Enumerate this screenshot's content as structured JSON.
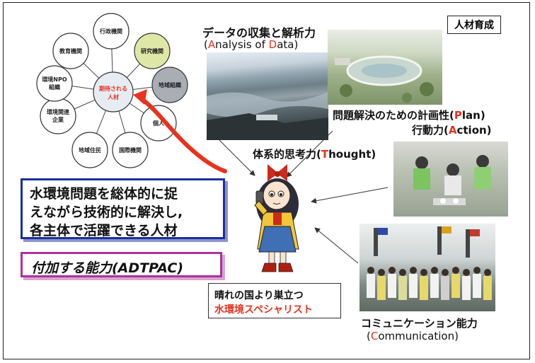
{
  "hrd_label": "人材育成",
  "radial": {
    "center": {
      "line1": "期待される",
      "line2": "人材"
    },
    "nodes": [
      {
        "id": "admin",
        "label": "行政機関",
        "fill": "#ffffff"
      },
      {
        "id": "research",
        "label": "研究機関",
        "fill": "#dfe7a6"
      },
      {
        "id": "local-org",
        "label": "地域組織",
        "fill": "#a9adb4"
      },
      {
        "id": "individual",
        "label": "個人",
        "fill": "#ffffff"
      },
      {
        "id": "intl-org",
        "label": "国際機関",
        "fill": "#ffffff"
      },
      {
        "id": "residents",
        "label": "地域住民",
        "fill": "#ffffff"
      },
      {
        "id": "companies",
        "label": "環境関連企業",
        "line1": "環境関連",
        "line2": "企業",
        "fill": "#ffffff"
      },
      {
        "id": "npo",
        "label": "環境NPO組織",
        "line1": "環境NPO",
        "line2": "組織",
        "fill": "#ffffff"
      },
      {
        "id": "education",
        "label": "教育機関",
        "fill": "#ffffff"
      }
    ]
  },
  "main_box": {
    "line1": "水環境問題を総体的に捉",
    "line2": "えながら技術的に解決し,",
    "line3": "各主体で活躍できる人材"
  },
  "ability_box": {
    "text": "付加する能力(ADTPAC)"
  },
  "abilities": {
    "analysis": {
      "jp": "データの収集と解析力",
      "open": "(",
      "l1": "A",
      "m1": "nalysis of ",
      "l2": "D",
      "m2": "ata",
      "close": ")"
    },
    "plan": {
      "jp": "問題解決のための計画性",
      "open": "(",
      "letter": "P",
      "rest": "lan",
      "close": ")"
    },
    "action": {
      "jp": "行動力",
      "open": "(",
      "letter": "A",
      "rest": "ction",
      "close": ")"
    },
    "thought": {
      "jp": "体系的思考力",
      "open": "(",
      "letter": "T",
      "rest": "hought",
      "close": ")"
    },
    "communication": {
      "jp": "コミュニケーション能力",
      "open": "(",
      "letter": "C",
      "rest": "ommunication",
      "close": ")"
    }
  },
  "specialist": {
    "line1": "晴れの国より巣立つ",
    "line2": "水環境スペシャリスト"
  },
  "colors": {
    "accent": "#e8321e",
    "main_border": "#1b2fa0",
    "ability_border": "#b0309a",
    "arrow": "#e8321e"
  },
  "icons": {
    "character": "girl-holding-phone-illustration",
    "photo1": "aerial-landscape-photo",
    "photo2": "park-aerial-photo",
    "photo3": "students-fieldwork-photo",
    "photo4": "group-photo"
  }
}
